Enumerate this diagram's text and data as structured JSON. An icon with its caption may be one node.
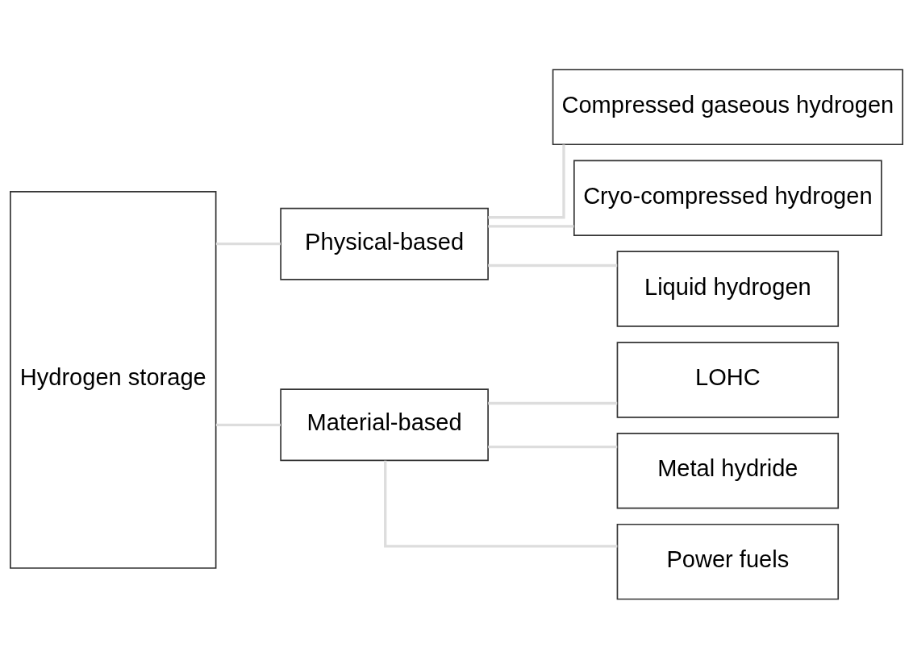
{
  "diagram": {
    "nodes": [
      {
        "text": [
          "Hydrogen storage"
        ]
      },
      {
        "text": [
          "Physical-based"
        ]
      },
      {
        "text": [
          "Material-based"
        ]
      },
      {
        "text": [
          "Compressed gaseous hydrogen"
        ]
      },
      {
        "text": [
          "Cryo-compressed hydrogen"
        ]
      },
      {
        "text": [
          "Liquid hydrogen"
        ]
      },
      {
        "text": [
          "LOHC"
        ]
      },
      {
        "text": [
          "Metal hydride"
        ]
      },
      {
        "text": [
          "Power fuels"
        ]
      }
    ],
    "edges": [
      {
        "from": 0,
        "to": 1,
        "arrow": "none"
      },
      {
        "from": 0,
        "to": 2,
        "arrow": "none"
      },
      {
        "from": 1,
        "to": 3,
        "arrow": "none"
      },
      {
        "from": 1,
        "to": 4,
        "arrow": "none"
      },
      {
        "from": 1,
        "to": 5,
        "arrow": "none"
      },
      {
        "from": 2,
        "to": 6,
        "arrow": "none"
      },
      {
        "from": 2,
        "to": 7,
        "arrow": "none"
      },
      {
        "from": 2,
        "to": 8,
        "arrow": "none"
      }
    ]
  }
}
